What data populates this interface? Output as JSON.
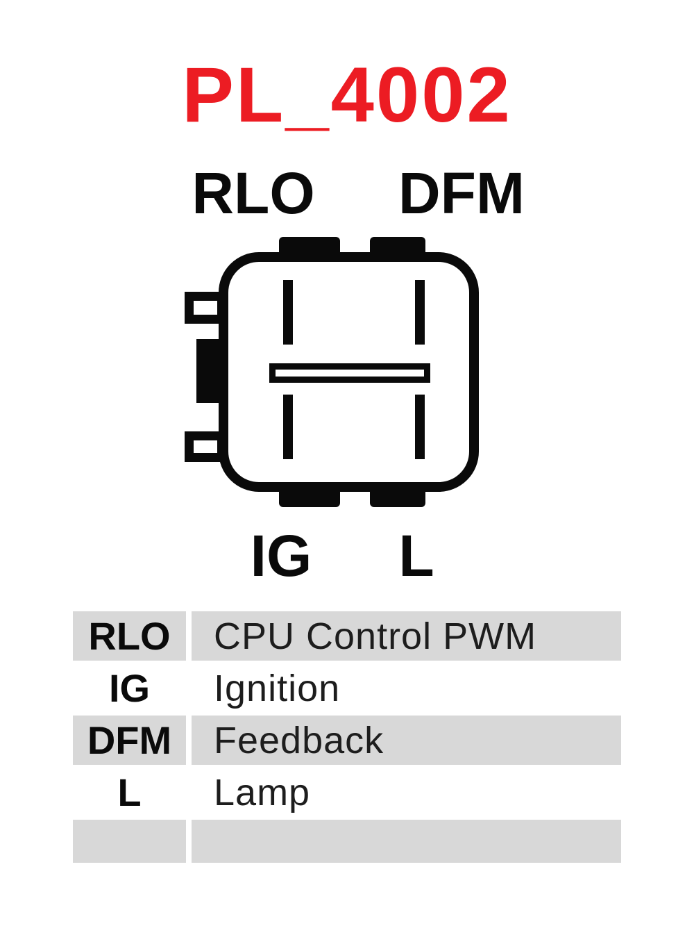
{
  "title": "PL_4002",
  "colors": {
    "title_red": "#ec1c23",
    "diagram_black": "#0a0a0a",
    "row_gray": "#d8d8d8"
  },
  "diagram": {
    "top_labels": [
      "RLO",
      "DFM"
    ],
    "bottom_labels": [
      "IG",
      "L"
    ]
  },
  "table": {
    "rows": [
      {
        "pin": "RLO",
        "desc": "CPU Control PWM"
      },
      {
        "pin": "IG",
        "desc": "Ignition"
      },
      {
        "pin": "DFM",
        "desc": "Feedback"
      },
      {
        "pin": "L",
        "desc": "Lamp"
      },
      {
        "pin": "",
        "desc": ""
      }
    ]
  }
}
